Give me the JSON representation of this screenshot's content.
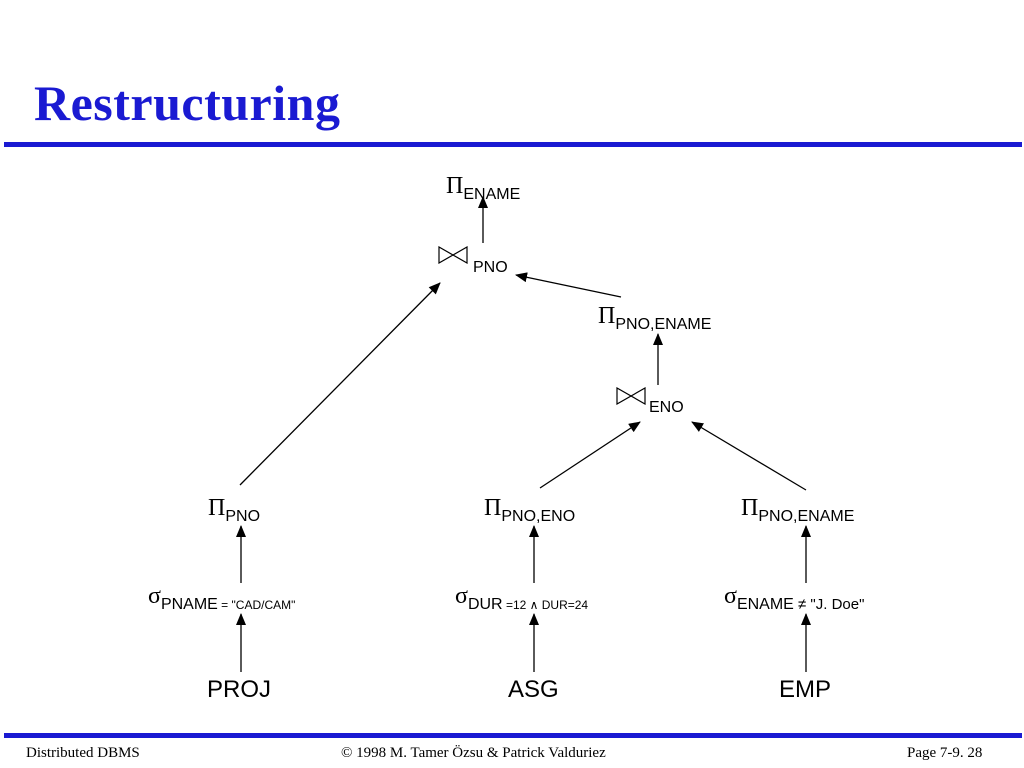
{
  "slide": {
    "title": "Restructuring",
    "accent_color": "#1a1ad2"
  },
  "tree": {
    "root_project": {
      "op": "Π",
      "sub": "ENAME"
    },
    "join_pno": {
      "op": "join-icon",
      "sub": "PNO"
    },
    "project_pno_ename_mid": {
      "op": "Π",
      "sub": "PNO,ENAME"
    },
    "join_eno": {
      "op": "join-icon",
      "sub": "ENO"
    },
    "project_pno": {
      "op": "Π",
      "sub": "PNO"
    },
    "project_pno_eno": {
      "op": "Π",
      "sub": "PNO,ENO"
    },
    "project_pno_ename_right": {
      "op": "Π",
      "sub": "PNO,ENAME"
    },
    "select_proj": {
      "op": "σ",
      "attr": "PNAME",
      "cond": " = \"CAD/CAM\""
    },
    "select_asg": {
      "op": "σ",
      "attr": "DUR",
      "cond": " =12 ∧ DUR=24"
    },
    "select_emp": {
      "op": "σ",
      "attr": "ENAME",
      "cond": " ≠ \"J. Doe\""
    },
    "rel_proj": "PROJ",
    "rel_asg": "ASG",
    "rel_emp": "EMP"
  },
  "footer": {
    "left": "Distributed DBMS",
    "center": "© 1998 M. Tamer Özsu & Patrick Valduriez",
    "right": "Page 7-9. 28"
  }
}
